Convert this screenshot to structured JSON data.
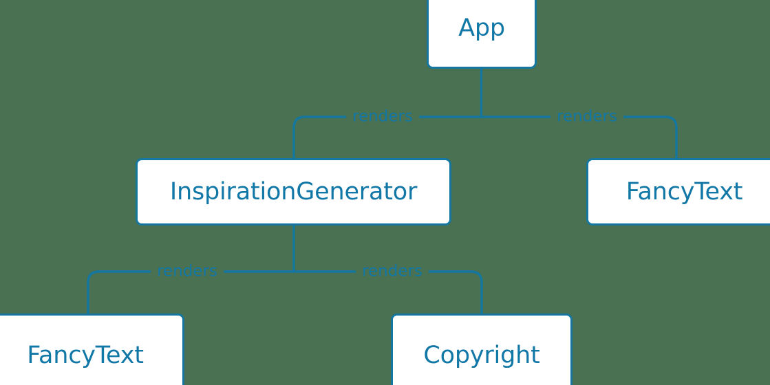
{
  "diagram": {
    "type": "component-tree",
    "background_color": "#4a7151",
    "node_fill_color": "#ffffff",
    "node_border_color": "#1477a0",
    "text_color": "#1177a6",
    "edge_color": "#1477a0",
    "nodes": [
      {
        "id": "app",
        "label": "App"
      },
      {
        "id": "inspiration",
        "label": "InspirationGenerator"
      },
      {
        "id": "fancytext1",
        "label": "FancyText"
      },
      {
        "id": "fancytext2",
        "label": "FancyText"
      },
      {
        "id": "copyright",
        "label": "Copyright"
      }
    ],
    "edges": [
      {
        "from": "app",
        "to": "inspiration",
        "label": "renders"
      },
      {
        "from": "app",
        "to": "fancytext1",
        "label": "renders"
      },
      {
        "from": "inspiration",
        "to": "fancytext2",
        "label": "renders"
      },
      {
        "from": "inspiration",
        "to": "copyright",
        "label": "renders"
      }
    ]
  }
}
